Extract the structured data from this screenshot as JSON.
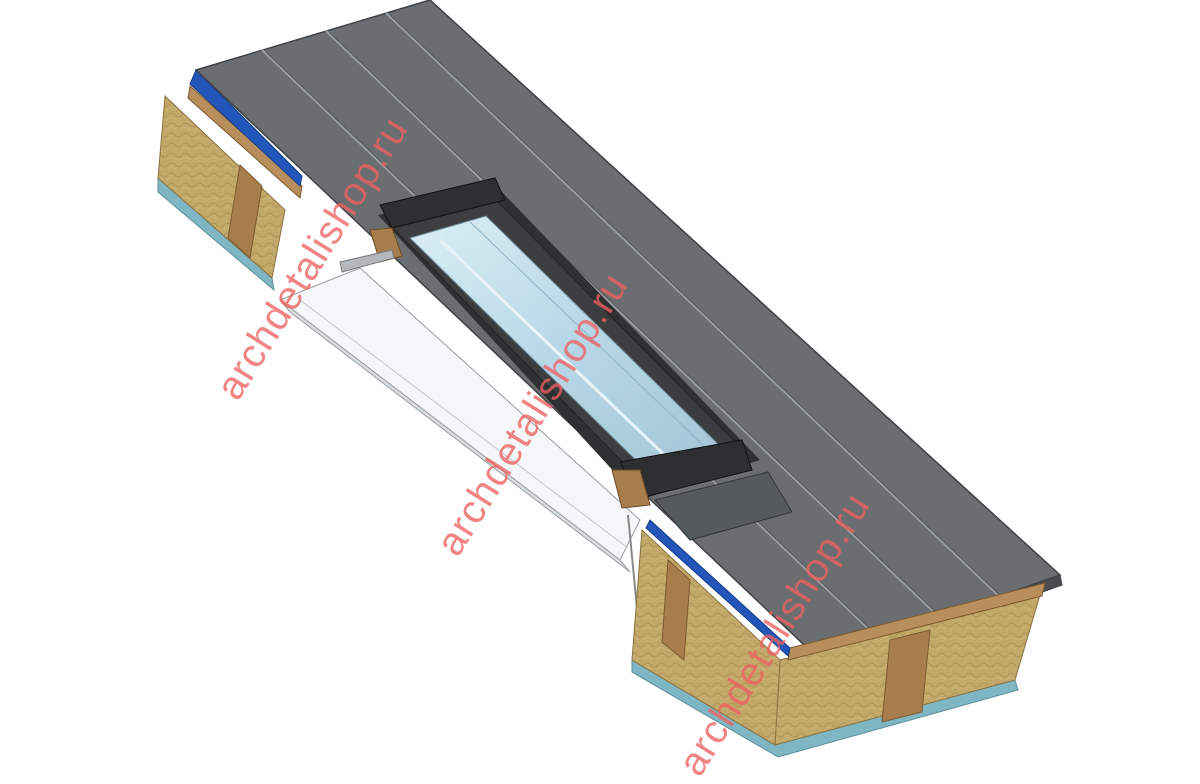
{
  "colors": {
    "background": "#ffffff",
    "roof_metal": "#6b6e70",
    "roof_metal_dark": "#4a4d50",
    "insulation": "#c2a869",
    "timber": "#a77d4b",
    "vapour_layer": "#7fb6c4",
    "membrane": "#2356b8",
    "glass": "#b8d7e6",
    "frame": "#3b3d3f",
    "watermark": "#ee6060"
  },
  "watermarks": [
    {
      "text": "archdetalishop.ru"
    },
    {
      "text": "archdetalishop.ru"
    },
    {
      "text": "archdetalishop.ru"
    }
  ]
}
